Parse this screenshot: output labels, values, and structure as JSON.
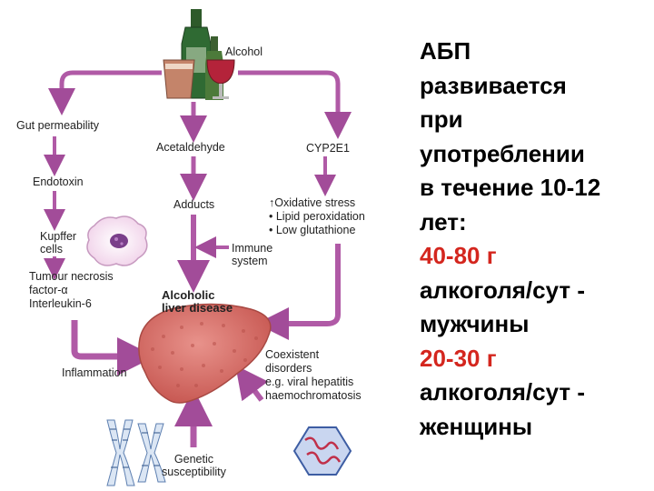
{
  "colors": {
    "arrow": "#b05aa6",
    "arrow_dark": "#8f3f88",
    "liver": "#d9706a",
    "highlight_red": "#d4261e",
    "text": "#000000"
  },
  "diagram": {
    "alcohol": "Alcohol",
    "gut_permeability": "Gut permeability",
    "endotoxin": "Endotoxin",
    "kupffer_cells": [
      "Kupffer",
      "cells"
    ],
    "tnf": [
      "Tumour necrosis",
      "factor-α",
      "Interleukin-6"
    ],
    "inflammation": "Inflammation",
    "acetaldehyde": "Acetaldehyde",
    "adducts": "Adducts",
    "immune_system": [
      "Immune",
      "system"
    ],
    "cyp2e1": "CYP2E1",
    "oxidative_stress": [
      "↑Oxidative stress",
      "• Lipid peroxidation",
      "• Low glutathione"
    ],
    "ald": [
      "Alcoholic",
      "liver disease"
    ],
    "coexistent": [
      "Coexistent",
      "disorders",
      "e.g. viral hepatitis",
      "haemochromatosis"
    ],
    "genetic": [
      "Genetic",
      "susceptibility"
    ]
  },
  "text_block": {
    "line1": "АБП",
    "line2": "развивается",
    "line3": "при",
    "line4": "употреблении",
    "line5": "в течение 10-12",
    "line6": "лет:",
    "men_amount": "40-80 г",
    "men_unit": "алкоголя/сут -",
    "men_label": "мужчины",
    "women_amount": "20-30 г",
    "women_unit": "алкоголя/сут -",
    "women_label": "женщины"
  }
}
